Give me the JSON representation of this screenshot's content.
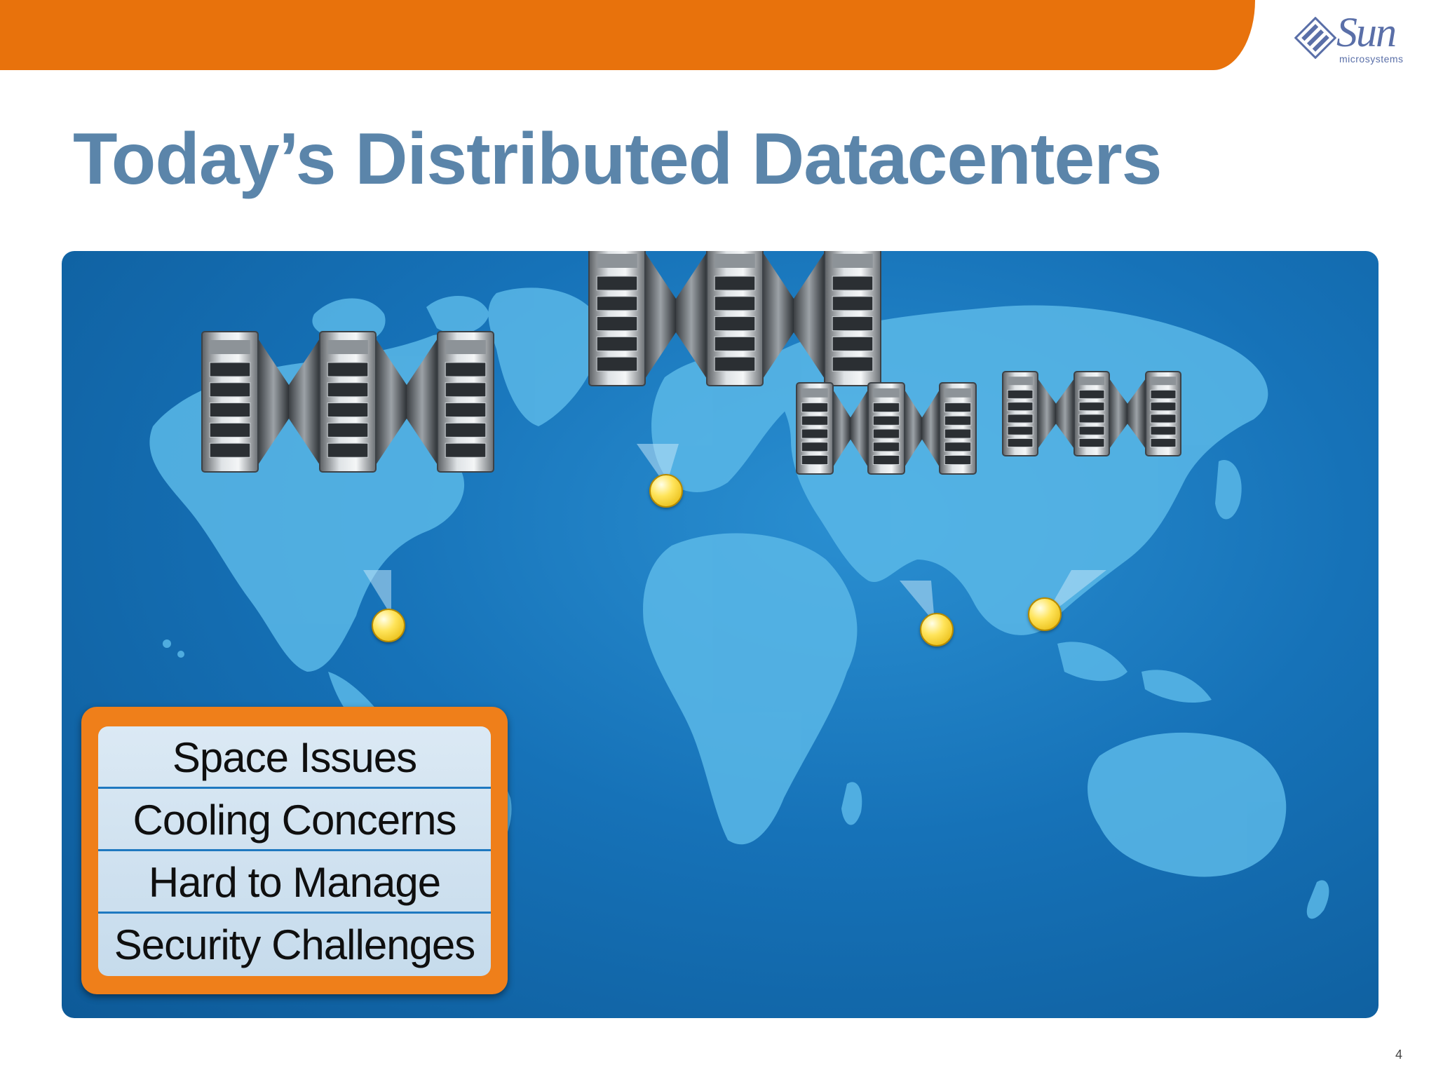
{
  "header": {
    "accent_color": "#e8720c"
  },
  "logo": {
    "word": "Sun",
    "sub": "microsystems",
    "icon": "sun-logo-icon"
  },
  "title": "Today’s Distributed Datacenters",
  "map": {
    "icon": "world-map",
    "datacenters": [
      {
        "name": "datacenter-north-america",
        "icon": "server-rack-icon"
      },
      {
        "name": "datacenter-europe",
        "icon": "server-rack-icon"
      },
      {
        "name": "datacenter-india",
        "icon": "server-rack-icon"
      },
      {
        "name": "datacenter-east-asia",
        "icon": "server-rack-icon"
      }
    ]
  },
  "issues": [
    "Space Issues",
    "Cooling Concerns",
    "Hard to Manage",
    "Security Challenges"
  ],
  "page_number": "4"
}
